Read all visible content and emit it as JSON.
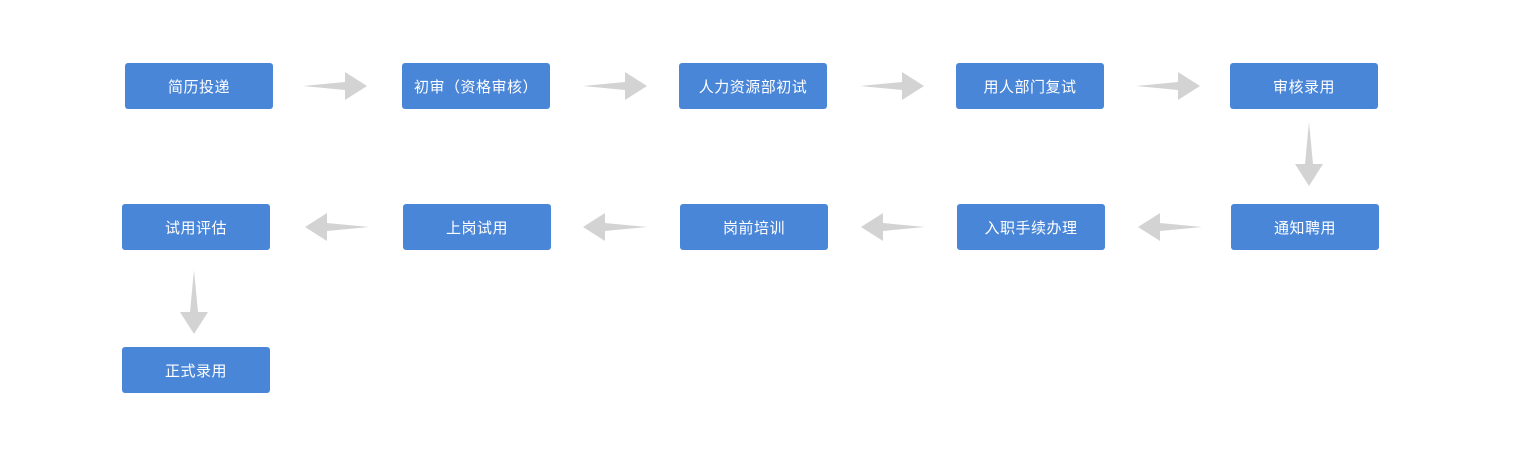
{
  "diagram": {
    "type": "flowchart",
    "steps": [
      "简历投递",
      "初审（资格审核）",
      "人力资源部初试",
      "用人部门复试",
      "审核录用",
      "通知聘用",
      "入职手续办理",
      "岗前培训",
      "上岗试用",
      "试用评估",
      "正式录用"
    ],
    "colors": {
      "node_fill": "#4a86d8",
      "node_text": "#ffffff",
      "arrow": "#d3d3d3",
      "background": "#ffffff"
    }
  }
}
